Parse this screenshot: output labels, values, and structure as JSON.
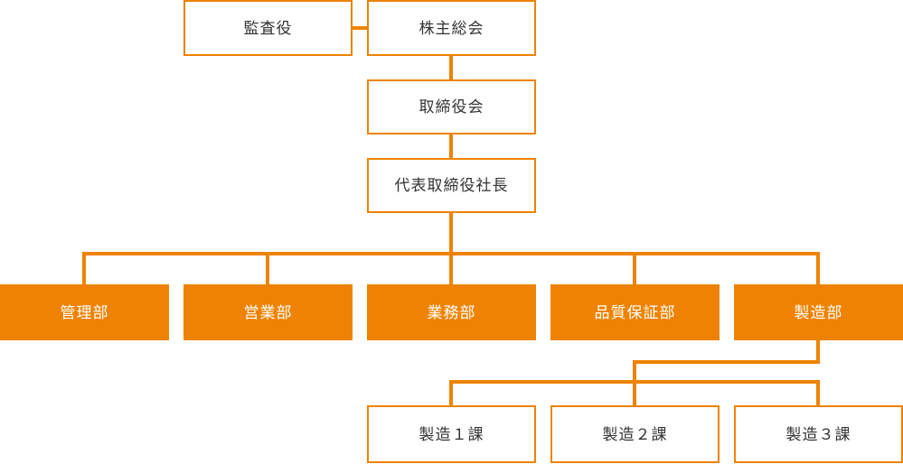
{
  "colors": {
    "accent": "#EE8303",
    "ink": "#333333",
    "on_accent": "#FFFFFF",
    "background": "#FFFFFF"
  },
  "org_chart": {
    "type": "organization-chart",
    "nodes": {
      "auditor": {
        "label": "監査役",
        "level": 1,
        "style": "white"
      },
      "shareholders_meeting": {
        "label": "株主総会",
        "level": 1,
        "style": "white"
      },
      "board_of_directors": {
        "label": "取締役会",
        "level": 2,
        "style": "white"
      },
      "president": {
        "label": "代表取締役社長",
        "level": 3,
        "style": "white"
      },
      "admin_dept": {
        "label": "管理部",
        "level": 4,
        "style": "orange"
      },
      "sales_dept": {
        "label": "営業部",
        "level": 4,
        "style": "orange"
      },
      "operations_dept": {
        "label": "業務部",
        "level": 4,
        "style": "orange"
      },
      "quality_assurance_dept": {
        "label": "品質保証部",
        "level": 4,
        "style": "orange"
      },
      "manufacturing_dept": {
        "label": "製造部",
        "level": 4,
        "style": "orange"
      },
      "manufacturing_sec1": {
        "label": "製造１課",
        "level": 5,
        "style": "white"
      },
      "manufacturing_sec2": {
        "label": "製造２課",
        "level": 5,
        "style": "white"
      },
      "manufacturing_sec3": {
        "label": "製造３課",
        "level": 5,
        "style": "white"
      }
    },
    "edges": [
      [
        "auditor",
        "shareholders_meeting"
      ],
      [
        "shareholders_meeting",
        "board_of_directors"
      ],
      [
        "board_of_directors",
        "president"
      ],
      [
        "president",
        "admin_dept"
      ],
      [
        "president",
        "sales_dept"
      ],
      [
        "president",
        "operations_dept"
      ],
      [
        "president",
        "quality_assurance_dept"
      ],
      [
        "president",
        "manufacturing_dept"
      ],
      [
        "manufacturing_dept",
        "manufacturing_sec1"
      ],
      [
        "manufacturing_dept",
        "manufacturing_sec2"
      ],
      [
        "manufacturing_dept",
        "manufacturing_sec3"
      ]
    ]
  }
}
